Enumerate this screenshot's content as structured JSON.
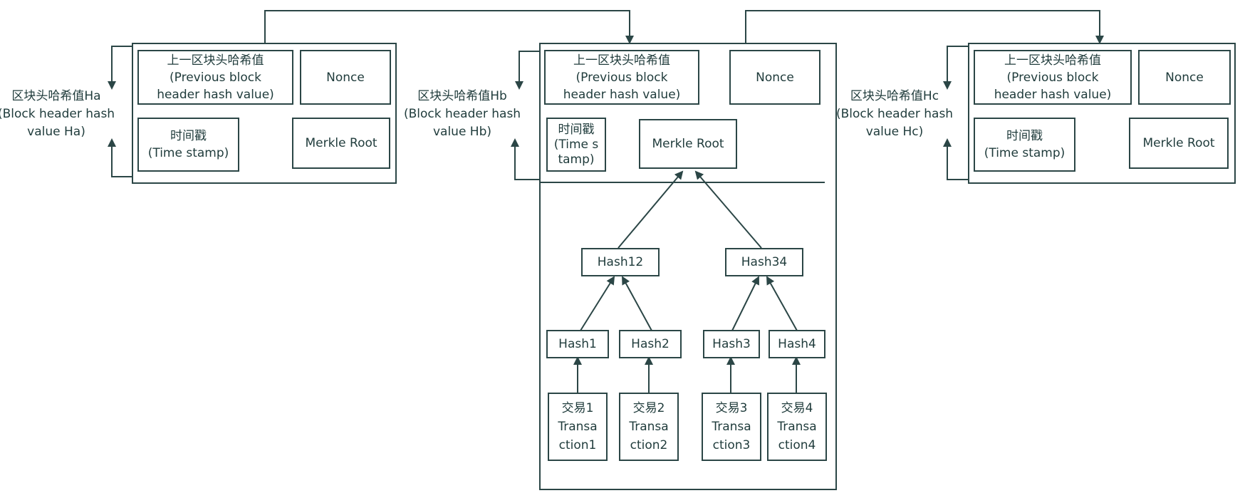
{
  "blocks": {
    "a": {
      "hash_label": [
        "区块头哈希值Ha",
        "(Block header hash",
        "value Ha)"
      ],
      "prev_hash": [
        "上一区块头哈希值",
        "(Previous block",
        "header hash value)"
      ],
      "nonce": "Nonce",
      "timestamp": [
        "时间戳",
        "(Time stamp)"
      ],
      "merkle_root": "Merkle Root"
    },
    "b": {
      "hash_label": [
        "区块头哈希值Hb",
        "(Block header hash",
        "value Hb)"
      ],
      "prev_hash": [
        "上一区块头哈希值",
        "(Previous block",
        "header hash value)"
      ],
      "nonce": "Nonce",
      "timestamp": [
        "时间戳",
        "(Time s",
        "tamp)"
      ],
      "merkle_root": "Merkle Root",
      "hash12": "Hash12",
      "hash34": "Hash34",
      "hash1": "Hash1",
      "hash2": "Hash2",
      "hash3": "Hash3",
      "hash4": "Hash4",
      "tx1": [
        "交易1",
        "Transa",
        "ction1"
      ],
      "tx2": [
        "交易2",
        "Transa",
        "ction2"
      ],
      "tx3": [
        "交易3",
        "Transa",
        "ction3"
      ],
      "tx4": [
        "交易4",
        "Transa",
        "ction4"
      ]
    },
    "c": {
      "hash_label": [
        "区块头哈希值Hc",
        "(Block header hash",
        "value Hc)"
      ],
      "prev_hash": [
        "上一区块头哈希值",
        "(Previous block",
        "header hash value)"
      ],
      "nonce": "Nonce",
      "timestamp": [
        "时间戳",
        "(Time stamp)"
      ],
      "merkle_root": "Merkle Root"
    }
  },
  "colors": {
    "stroke": "#2b4646",
    "text": "#1f3b3b"
  }
}
